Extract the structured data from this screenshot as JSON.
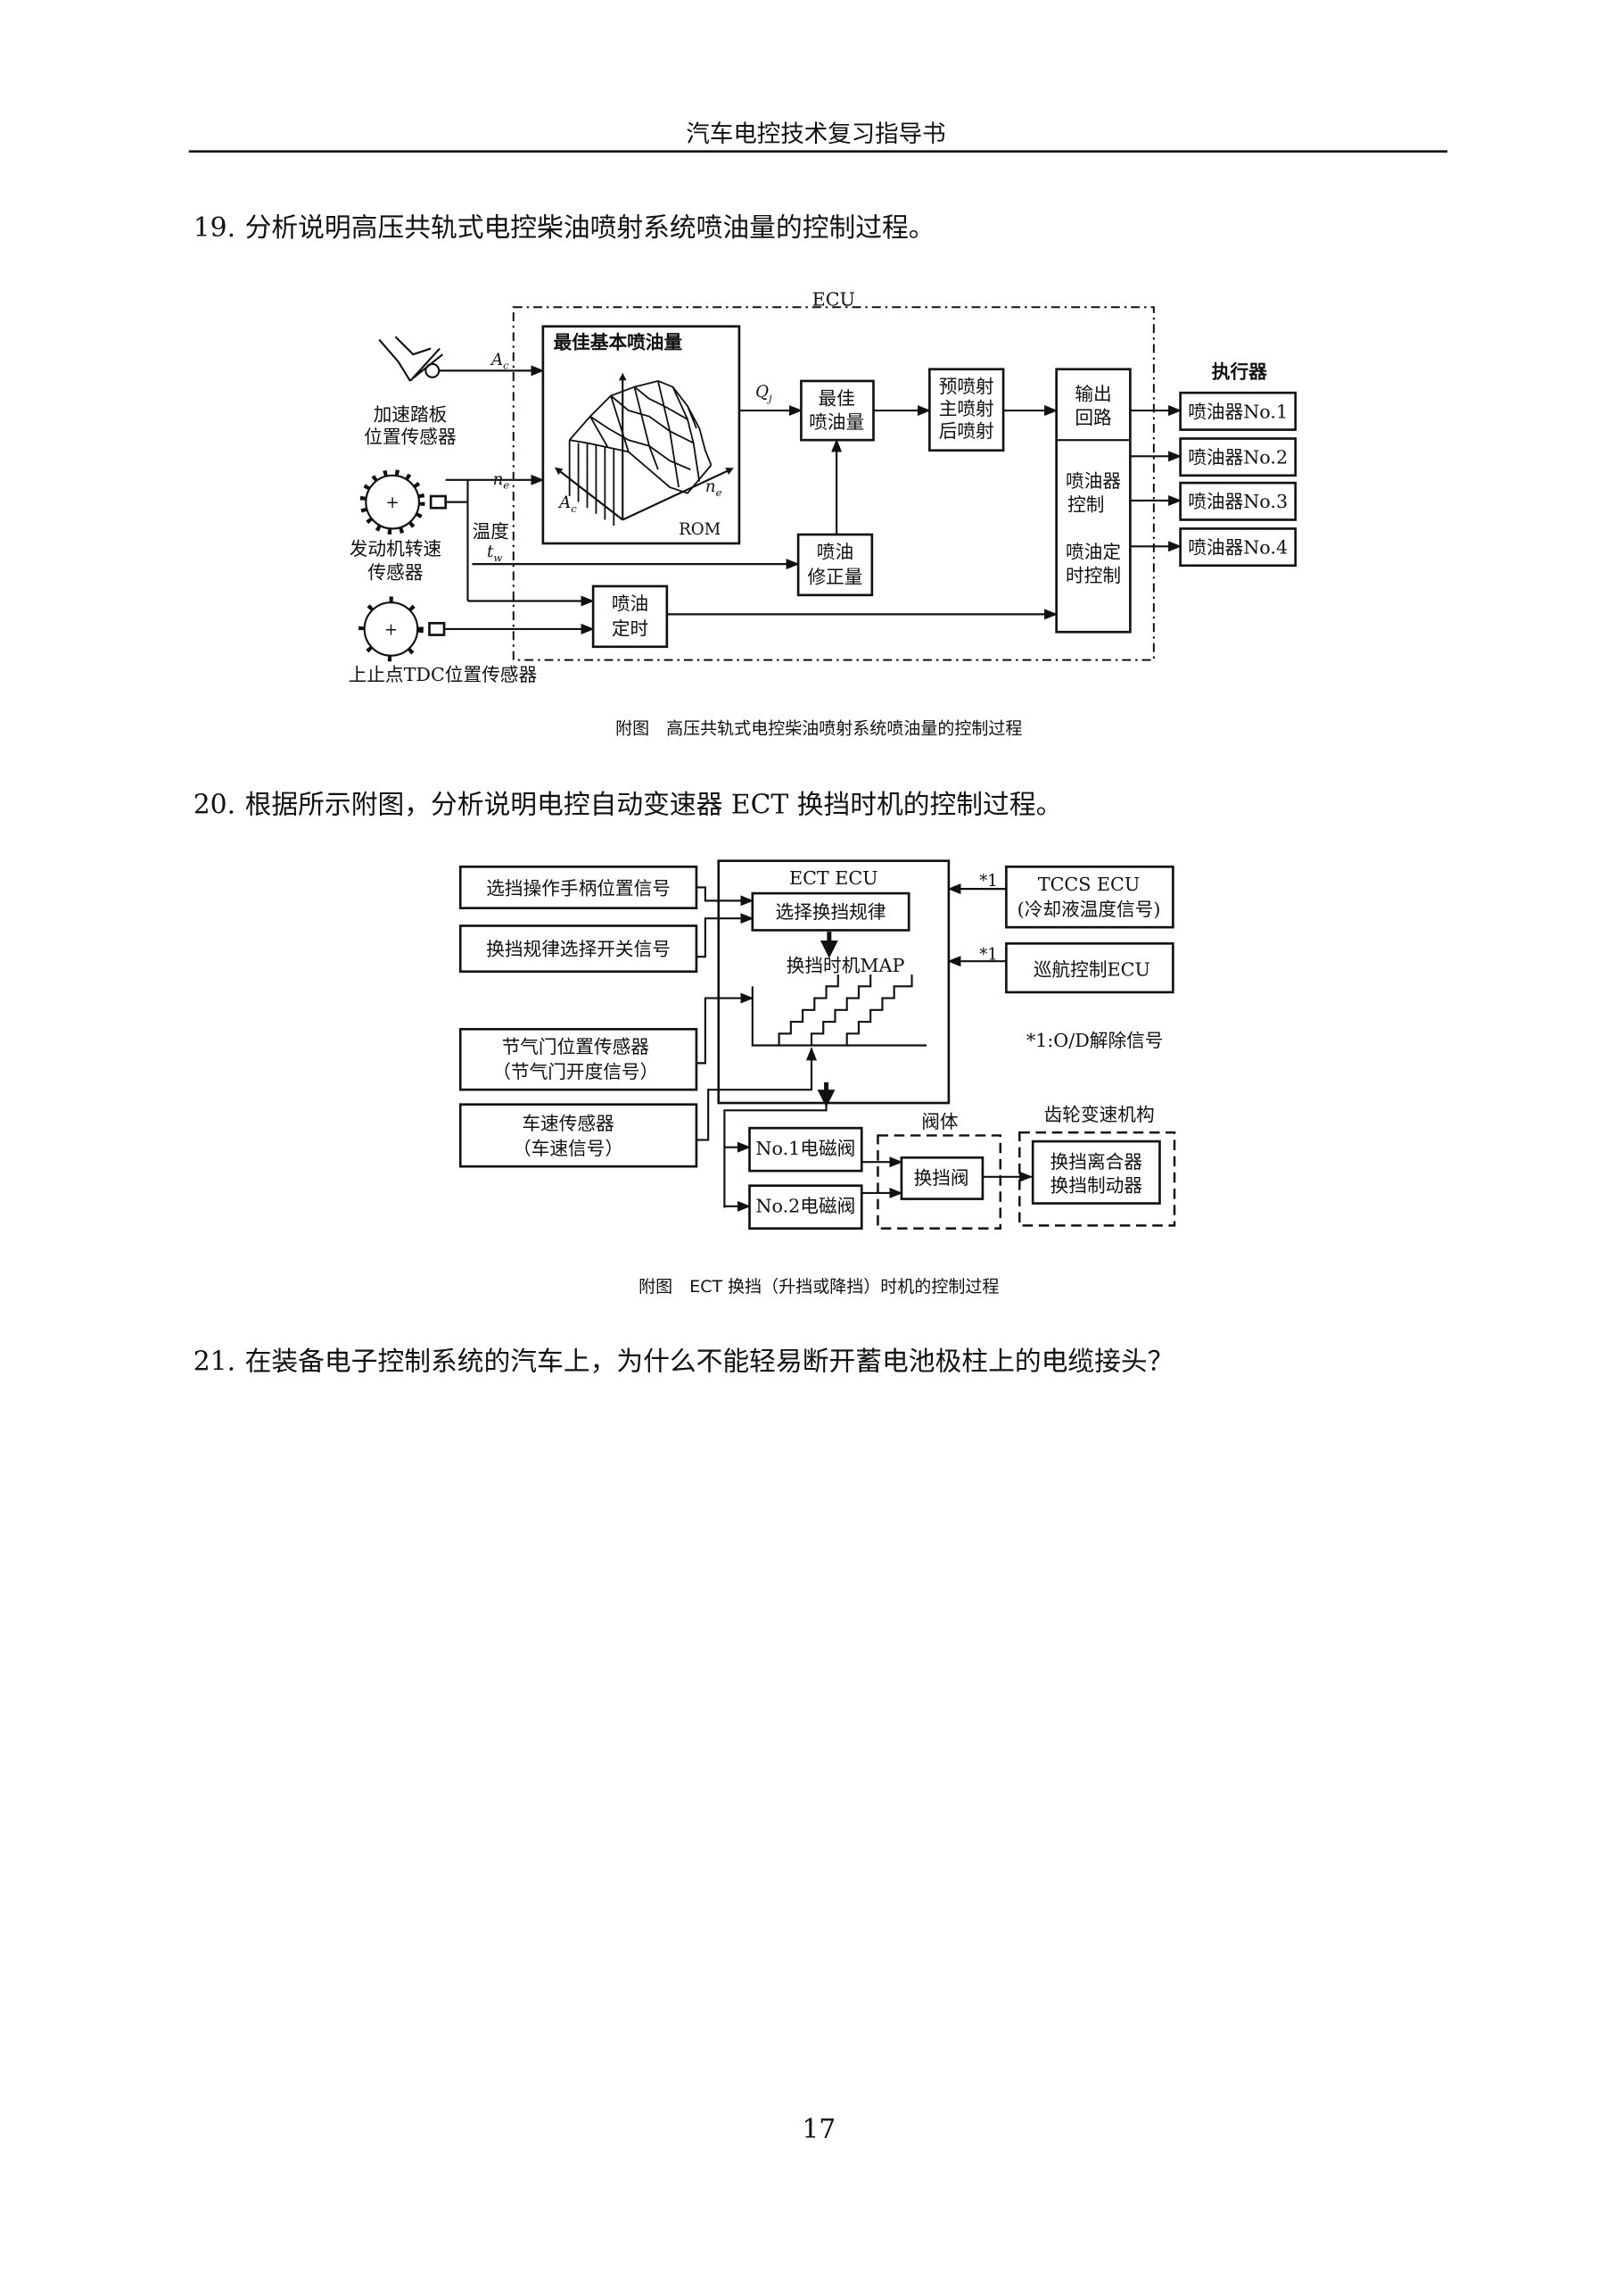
{
  "header": {
    "title": "汽车电控技术复习指导书"
  },
  "questions": [
    {
      "number": "19.",
      "text": "分析说明高压共轨式电控柴油喷射系统喷油量的控制过程。"
    },
    {
      "number": "20.",
      "text": "根据所示附图，分析说明电控自动变速器 ECT 换挡时机的控制过程。"
    },
    {
      "number": "21.",
      "text": "在装备电子控制系统的汽车上，为什么不能轻易断开蓄电池极柱上的电缆接头？"
    }
  ],
  "figure1": {
    "caption": "附图　高压共轨式电控柴油喷射系统喷油量的控制过程",
    "ecu_label": "ECU",
    "rom_title": "最佳基本喷油量",
    "rom_label": "ROM",
    "axis_ac": "A",
    "axis_ac_sub": "c",
    "axis_ne": "n",
    "axis_ne_sub": "e",
    "qj": "Q",
    "qj_sub": "j",
    "temp_label": "温度",
    "tw": "t",
    "tw_sub": "w",
    "pedal_sensor": [
      "加速踏板",
      "位置传感器"
    ],
    "speed_sensor": [
      "发动机转速",
      "传感器"
    ],
    "tdc_sensor": "上止点TDC位置传感器",
    "best_qty": [
      "最佳",
      "喷油量"
    ],
    "injection_types": [
      "预喷射",
      "主喷射",
      "后喷射"
    ],
    "output_circuit": [
      "输出",
      "回路"
    ],
    "injector_control": [
      "喷油器",
      "控制"
    ],
    "timing_control": [
      "喷油定",
      "时控制"
    ],
    "correction": [
      "喷油",
      "修正量"
    ],
    "timing": [
      "喷油",
      "定时"
    ],
    "actuator_label": "执行器",
    "injectors": [
      "喷油器No.1",
      "喷油器No.2",
      "喷油器No.3",
      "喷油器No.4"
    ]
  },
  "figure2": {
    "caption": "附图　ECT 换挡（升挡或降挡）时机的控制过程",
    "inputs": {
      "shift_lever": "选挡操作手柄位置信号",
      "pattern_switch": "换挡规律选择开关信号",
      "throttle": [
        "节气门位置传感器",
        "（节气门开度信号）"
      ],
      "vehicle_speed": [
        "车速传感器",
        "（车速信号）"
      ]
    },
    "ecu_title": "ECT ECU",
    "select_pattern": "选择换挡规律",
    "map_label": "换挡时机MAP",
    "tccs": [
      "TCCS ECU",
      "(冷却液温度信号)"
    ],
    "cruise": "巡航控制ECU",
    "star_mark": "*1",
    "star_note": "*1:O/D解除信号",
    "solenoids": [
      "No.1电磁阀",
      "No.2电磁阀"
    ],
    "valve_body_label": "阀体",
    "shift_valve": "换挡阀",
    "gear_label": "齿轮变速机构",
    "gear_items": [
      "换挡离合器",
      "换挡制动器"
    ]
  },
  "footer": {
    "page_number": "17"
  }
}
